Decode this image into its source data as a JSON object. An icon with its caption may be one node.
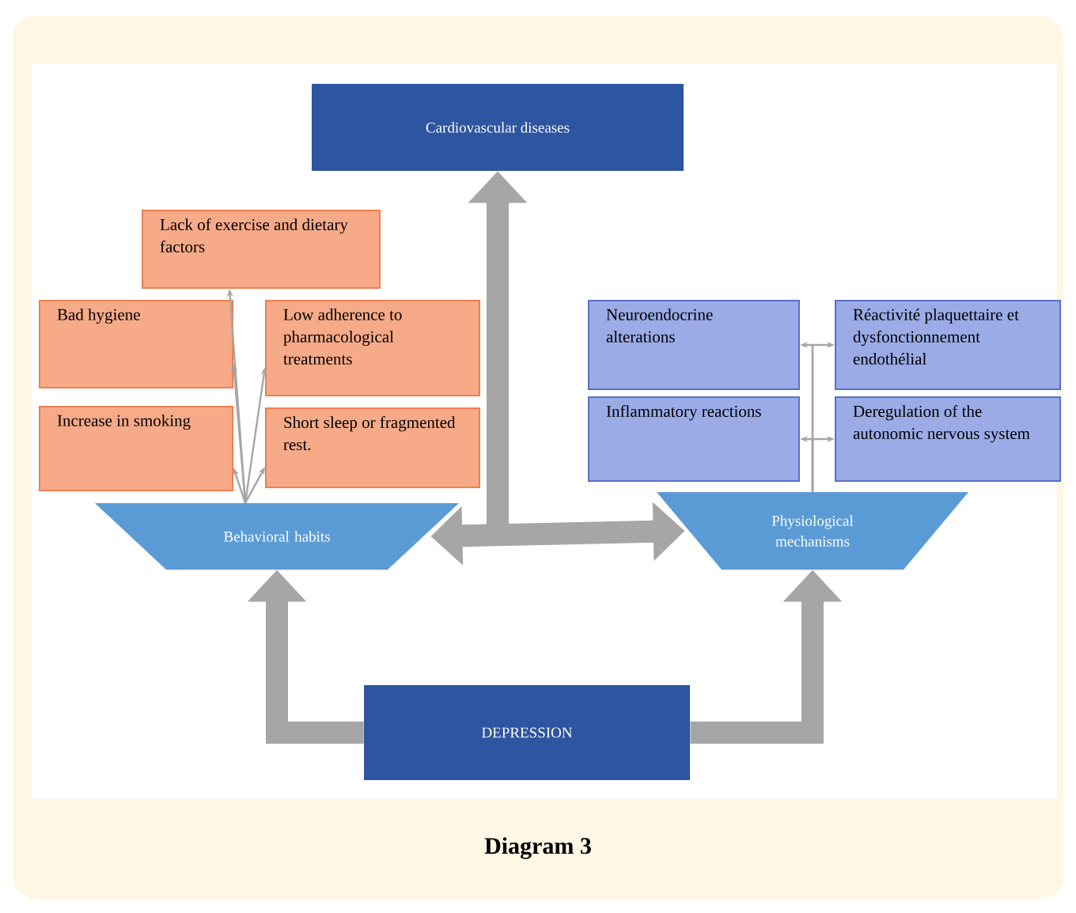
{
  "diagram": {
    "caption": "Diagram 3",
    "nodes": [
      {
        "text": [
          "Cardiovascular diseases"
        ]
      },
      {
        "text": [
          "Lack of exercise and dietary factors"
        ]
      },
      {
        "text": [
          "Bad hygiene"
        ]
      },
      {
        "text": [
          "Low adherence to pharmacological treatments"
        ]
      },
      {
        "text": [
          "Increase in smoking"
        ]
      },
      {
        "text": [
          "Short sleep or fragmented rest."
        ]
      },
      {
        "text": [
          "Behavioral habits"
        ]
      },
      {
        "text": [
          "Neuroendocrine alterations"
        ]
      },
      {
        "text": [
          "Réactivité plaquettaire et dysfonctionnement endothélial"
        ]
      },
      {
        "text": [
          "Inflammatory reactions"
        ]
      },
      {
        "text": [
          "Deregulation of the autonomic nervous system"
        ]
      },
      {
        "text": [
          "Physiological mechanisms"
        ]
      },
      {
        "text": [
          "DEPRESSION"
        ]
      }
    ],
    "edges": [
      {
        "from": 12,
        "to": 6,
        "arrow": "to",
        "style": "thick"
      },
      {
        "from": 12,
        "to": 11,
        "arrow": "to",
        "style": "thick"
      },
      {
        "from": 6,
        "to": 11,
        "arrow": "both",
        "style": "thick"
      },
      {
        "from": null,
        "to": 0,
        "arrow": "to",
        "style": "thick"
      },
      {
        "from": 6,
        "to": 1,
        "arrow": "to"
      },
      {
        "from": 6,
        "to": 2,
        "arrow": "to"
      },
      {
        "from": 6,
        "to": 3,
        "arrow": "to"
      },
      {
        "from": 6,
        "to": 4,
        "arrow": "to"
      },
      {
        "from": 6,
        "to": 5,
        "arrow": "to"
      },
      {
        "from": 11,
        "to": 7,
        "arrow": "to"
      },
      {
        "from": 11,
        "to": 8,
        "arrow": "to"
      },
      {
        "from": 11,
        "to": 9,
        "arrow": "to"
      },
      {
        "from": 11,
        "to": 10,
        "arrow": "to"
      }
    ]
  }
}
